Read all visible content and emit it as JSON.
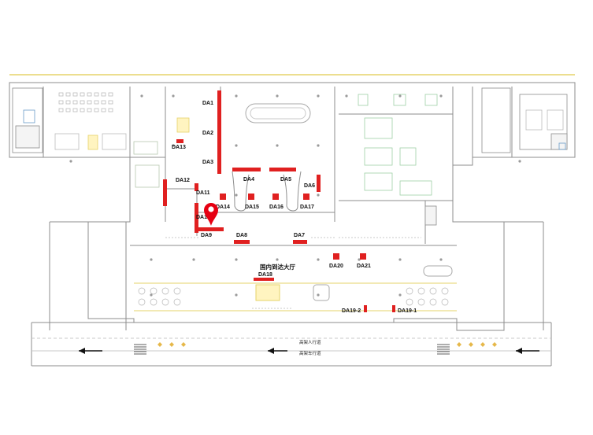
{
  "floor_plan": {
    "hall_label": "国内到达大厅",
    "pedestrian_road_label": "高架人行道",
    "vehicle_road_label": "高架车行道",
    "highlight_color": "#e02020",
    "marker_color": "#e60012",
    "wall_color": "#8c8c8c",
    "accent_color": "#e6d36a",
    "fixture_color": "#9fcfa6",
    "selected_marker": "location-pin-icon",
    "ad_spots": [
      "DA1",
      "DA2",
      "DA3",
      "DA4",
      "DA5",
      "DA6",
      "DA7",
      "DA8",
      "DA9",
      "DA10",
      "DA11",
      "DA12",
      "DA13",
      "DA14",
      "DA15",
      "DA16",
      "DA17",
      "DA18",
      "DA19-1",
      "DA19-2",
      "DA20",
      "DA21"
    ]
  }
}
